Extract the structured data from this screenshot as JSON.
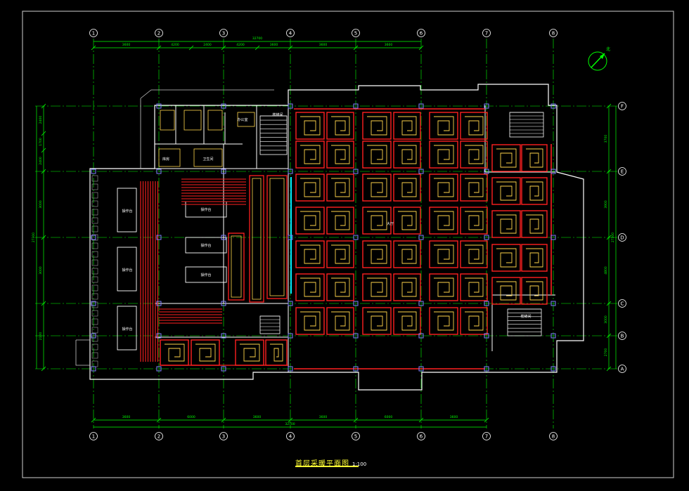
{
  "drawing": {
    "title": "首层采暖平面图",
    "scale": "1:100",
    "north_label": "北"
  },
  "grid_axes": {
    "columns": [
      "1",
      "2",
      "3",
      "4",
      "5",
      "6",
      "7",
      "8"
    ],
    "rows": [
      "A",
      "B",
      "C",
      "D",
      "E",
      "F"
    ]
  },
  "dimensions": {
    "top_segments": [
      "3600",
      "4200",
      "2400",
      "4200",
      "3600",
      "3600",
      "3600"
    ],
    "top_total": "32700",
    "bottom_segments": [
      "3600",
      "6000",
      "3600",
      "3600",
      "6000",
      "3600"
    ],
    "bottom_total": "32700",
    "left_segments": [
      "2400",
      "1700",
      "2400",
      "3000",
      "3000",
      "2100"
    ],
    "right_segments": [
      "3700",
      "3900",
      "4800",
      "3000",
      "2700"
    ],
    "side_total": "27300"
  },
  "rooms": {
    "labels": [
      "操作台",
      "操作台",
      "操作台",
      "操作台",
      "操作台",
      "操作台",
      "库房",
      "卫生间",
      "办公室",
      "楼梯间",
      "楼梯间",
      "大厅"
    ]
  },
  "colors": {
    "background": "#000000",
    "grid_line": "#00ff00",
    "wall": "#ffffff",
    "heating_pipe": "#ff2020",
    "heating_pipe_return": "#ffd54a",
    "column": "#8080ff",
    "annotation": "#00ff00",
    "title": "#ffff33",
    "cyan_pipe": "#00e5ff"
  }
}
